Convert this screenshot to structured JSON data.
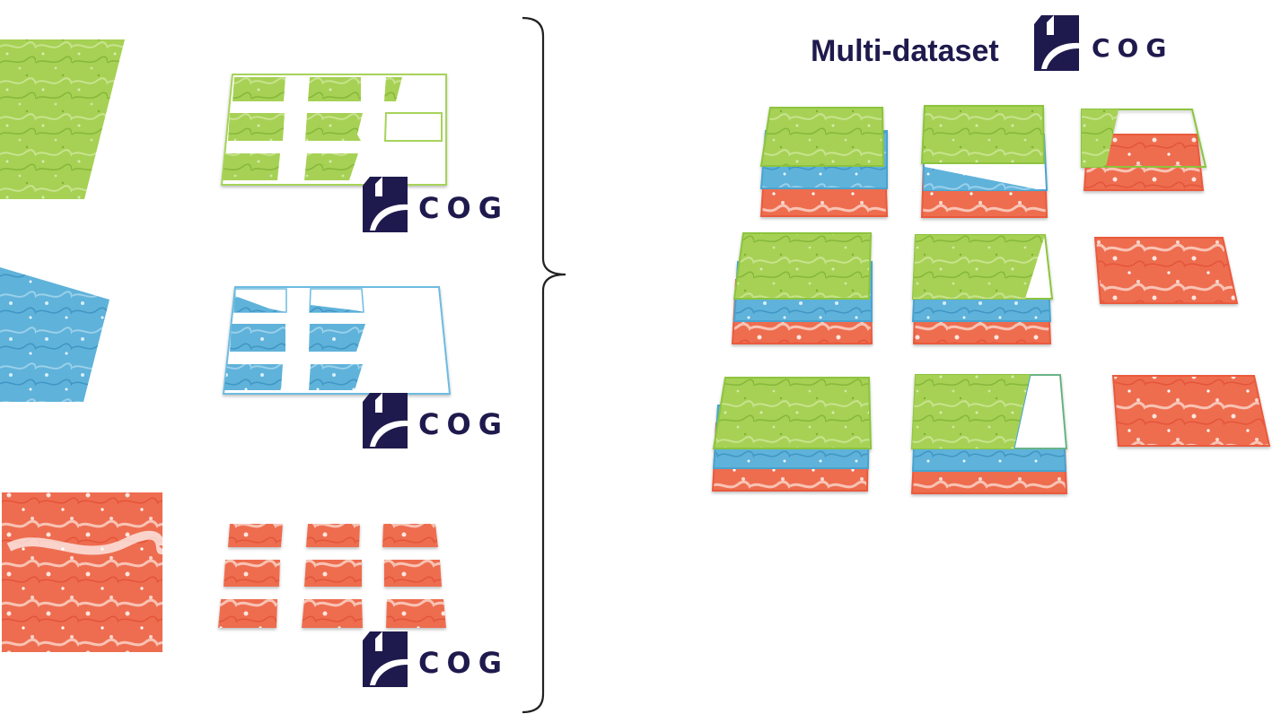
{
  "title": "Multi-dataset",
  "logo_text": "COG",
  "logo_icon": "cog-file-icon",
  "colors": {
    "green": "#9ccc4a",
    "green_edge": "#8cc43c",
    "blue": "#5aafd6",
    "blue_edge": "#4aa3cf",
    "red": "#ec6a4c",
    "red_edge": "#e8583a",
    "navy": "#1f1a4d",
    "frame": "#ffffff",
    "bracket": "#222222"
  },
  "datasets": [
    {
      "name": "green",
      "color_key": "green"
    },
    {
      "name": "blue",
      "color_key": "blue"
    },
    {
      "name": "red",
      "color_key": "red"
    }
  ]
}
